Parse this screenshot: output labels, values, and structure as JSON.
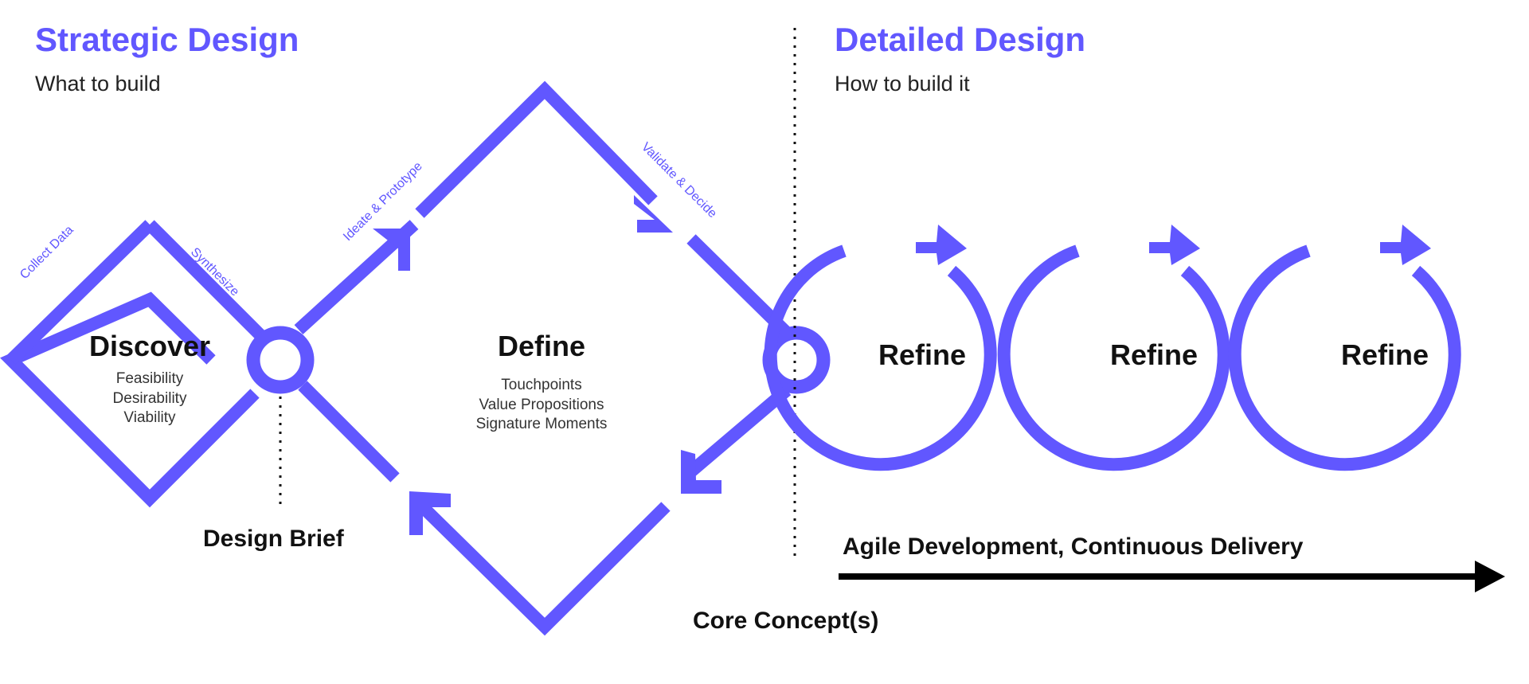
{
  "strategic": {
    "title": "Strategic Design",
    "subtitle": "What to build"
  },
  "detailed": {
    "title": "Detailed Design",
    "subtitle": "How to build it"
  },
  "discover": {
    "title": "Discover",
    "items": [
      "Feasibility",
      "Desirability",
      "Viability"
    ]
  },
  "define": {
    "title": "Define",
    "items": [
      "Touchpoints",
      "Value Propositions",
      "Signature Moments"
    ]
  },
  "refine": {
    "labels": [
      "Refine",
      "Refine",
      "Refine"
    ]
  },
  "stages": {
    "collect": "Collect Data",
    "synthesize": "Synthesize",
    "ideate": "Ideate & Prototype",
    "validate": "Validate & Decide"
  },
  "milestones": {
    "brief": "Design Brief",
    "concept": "Core Concept(s)"
  },
  "agile": "Agile Development, Continuous Delivery",
  "colors": {
    "accent": "#6157ff",
    "text": "#111111",
    "arrow": "#000000"
  }
}
